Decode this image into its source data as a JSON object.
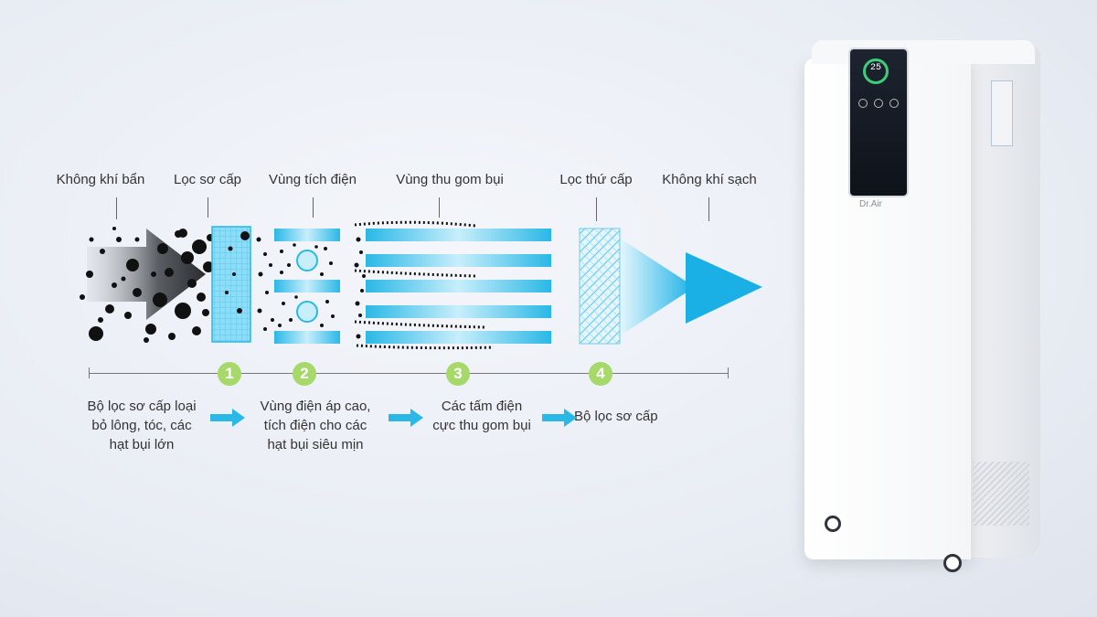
{
  "stages": [
    {
      "label": "Không khí bẩn"
    },
    {
      "label": "Lọc sơ cấp"
    },
    {
      "label": "Vùng tích điện"
    },
    {
      "label": "Vùng thu gom bụi"
    },
    {
      "label": "Lọc thứ cấp"
    },
    {
      "label": "Không khí sạch"
    }
  ],
  "steps": [
    {
      "number": "1",
      "description": "Bộ lọc sơ cấp loại\nbỏ lông, tóc, các\nhạt bụi lớn"
    },
    {
      "number": "2",
      "description": "Vùng điện áp cao,\ntích điện cho các\nhạt bụi siêu mịn"
    },
    {
      "number": "3",
      "description": "Các tấm điện\ncực thu gom bụi"
    },
    {
      "number": "4",
      "description": "Bộ lọc sơ cấp"
    }
  ],
  "device": {
    "brand": "Dr.Air",
    "display_reading": "25"
  },
  "colors": {
    "accent": "#2ab8e6",
    "badge": "#a6d86a",
    "particle": "#111111"
  }
}
